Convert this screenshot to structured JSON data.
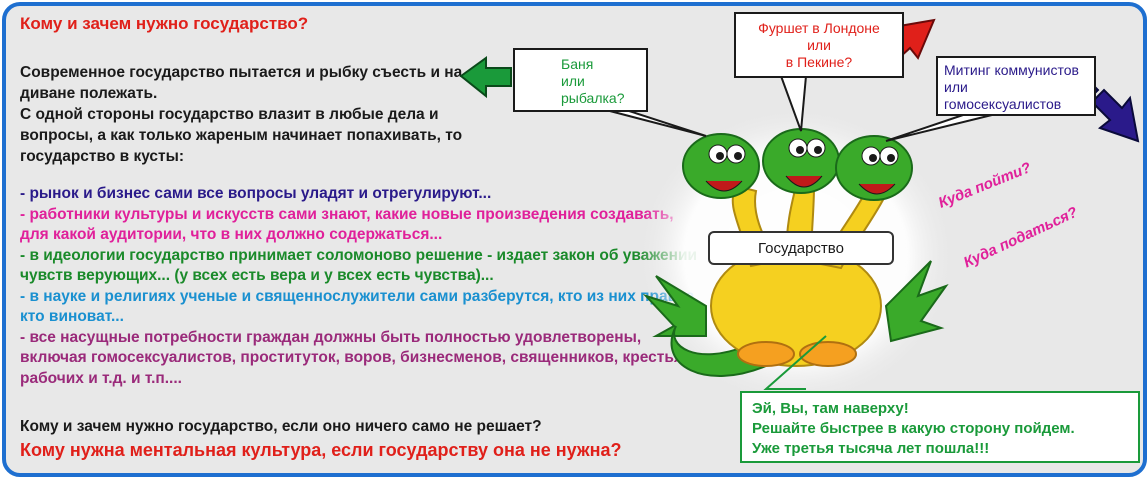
{
  "title": "Кому и зачем нужно государство?",
  "intro": [
    "Современное государство пытается и рыбку съесть и на диване полежать.",
    "С одной стороны государство влазит в любые дела и вопросы, а как только жареным начинает попахивать, то государство в кусты:"
  ],
  "list": [
    {
      "text": "- рынок и бизнес сами все вопросы уладят и отрегулируют...",
      "color": "#2a1a8a"
    },
    {
      "text": "- работники культуры и искусств сами знают, какие новые произведения создавать, для какой аудитории, что в них должно содержаться...",
      "color": "#e0209a"
    },
    {
      "text": "- в идеологии государство принимает соломоново решение - издает закон об уважении чувств верующих... (у всех есть вера и у всех есть чувства)...",
      "color": "#1a8a2a"
    },
    {
      "text": "- в науке и религиях ученые и священнослужители сами разберутся, кто из них прав, а кто виноват...",
      "color": "#1a90d0"
    },
    {
      "text": "- все насущные потребности граждан должны быть полностью удовлетворены, включая гомосексуалистов, проституток, воров, бизнесменов, священников, крестьян, рабочих и т.д. и т.п....",
      "color": "#9a2a7a"
    }
  ],
  "question1": "Кому и зачем нужно государство, если оно ничего само не решает?",
  "question2": "Кому нужна ментальная культура, если государству она не нужна?",
  "bubbles": {
    "banya": [
      "Баня",
      "или",
      "рыбалка?"
    ],
    "furshet": [
      "Фуршет в Лондоне",
      "или",
      "в Пекине?"
    ],
    "miting": [
      "Митинг коммунистов",
      "или",
      "гомосексуалистов"
    ],
    "gosudarstvo": "Государство",
    "ey": [
      "Эй, Вы, там наверху!",
      "Решайте быстрее в какую сторону пойдем.",
      "Уже третья тысяча лет пошла!!!"
    ]
  },
  "kuda": [
    "Куда пойти?",
    "Куда податься?"
  ],
  "colors": {
    "frame": "#1e6fd0",
    "red": "#e0201a",
    "green": "#1a9a3a",
    "navy": "#2a1a8a",
    "pink": "#e0209a",
    "dragon": "#3aaa2a"
  },
  "icons": [
    "arrow-left-green-icon",
    "arrow-up-right-red-icon",
    "arrow-down-right-navy-icon",
    "three-headed-dragon-illustration"
  ]
}
